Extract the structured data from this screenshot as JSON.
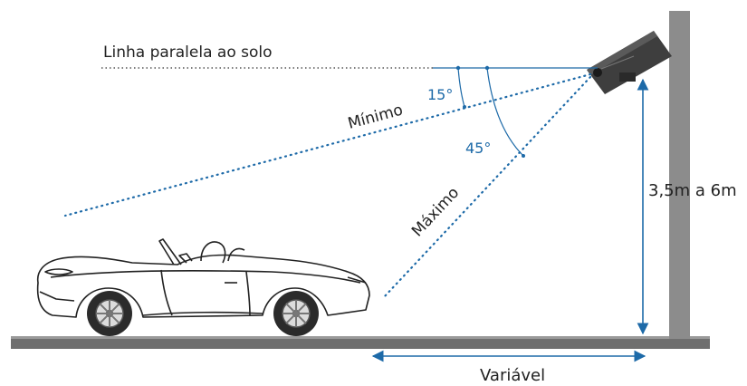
{
  "diagram": {
    "labels": {
      "parallel_line": "Linha paralela ao solo",
      "minimum": "Mínimo",
      "maximum": "Máximo",
      "angle_min": "15°",
      "angle_max": "45°",
      "height": "3,5m a 6m",
      "distance": "Variável"
    },
    "colors": {
      "accent_blue": "#1d6aa8",
      "text": "#222222",
      "pole": "#8c8c8c",
      "ground": "#6f6f6f",
      "camera": "#3c3c3c"
    },
    "icons": [
      "camera-icon",
      "car-illustration"
    ]
  }
}
